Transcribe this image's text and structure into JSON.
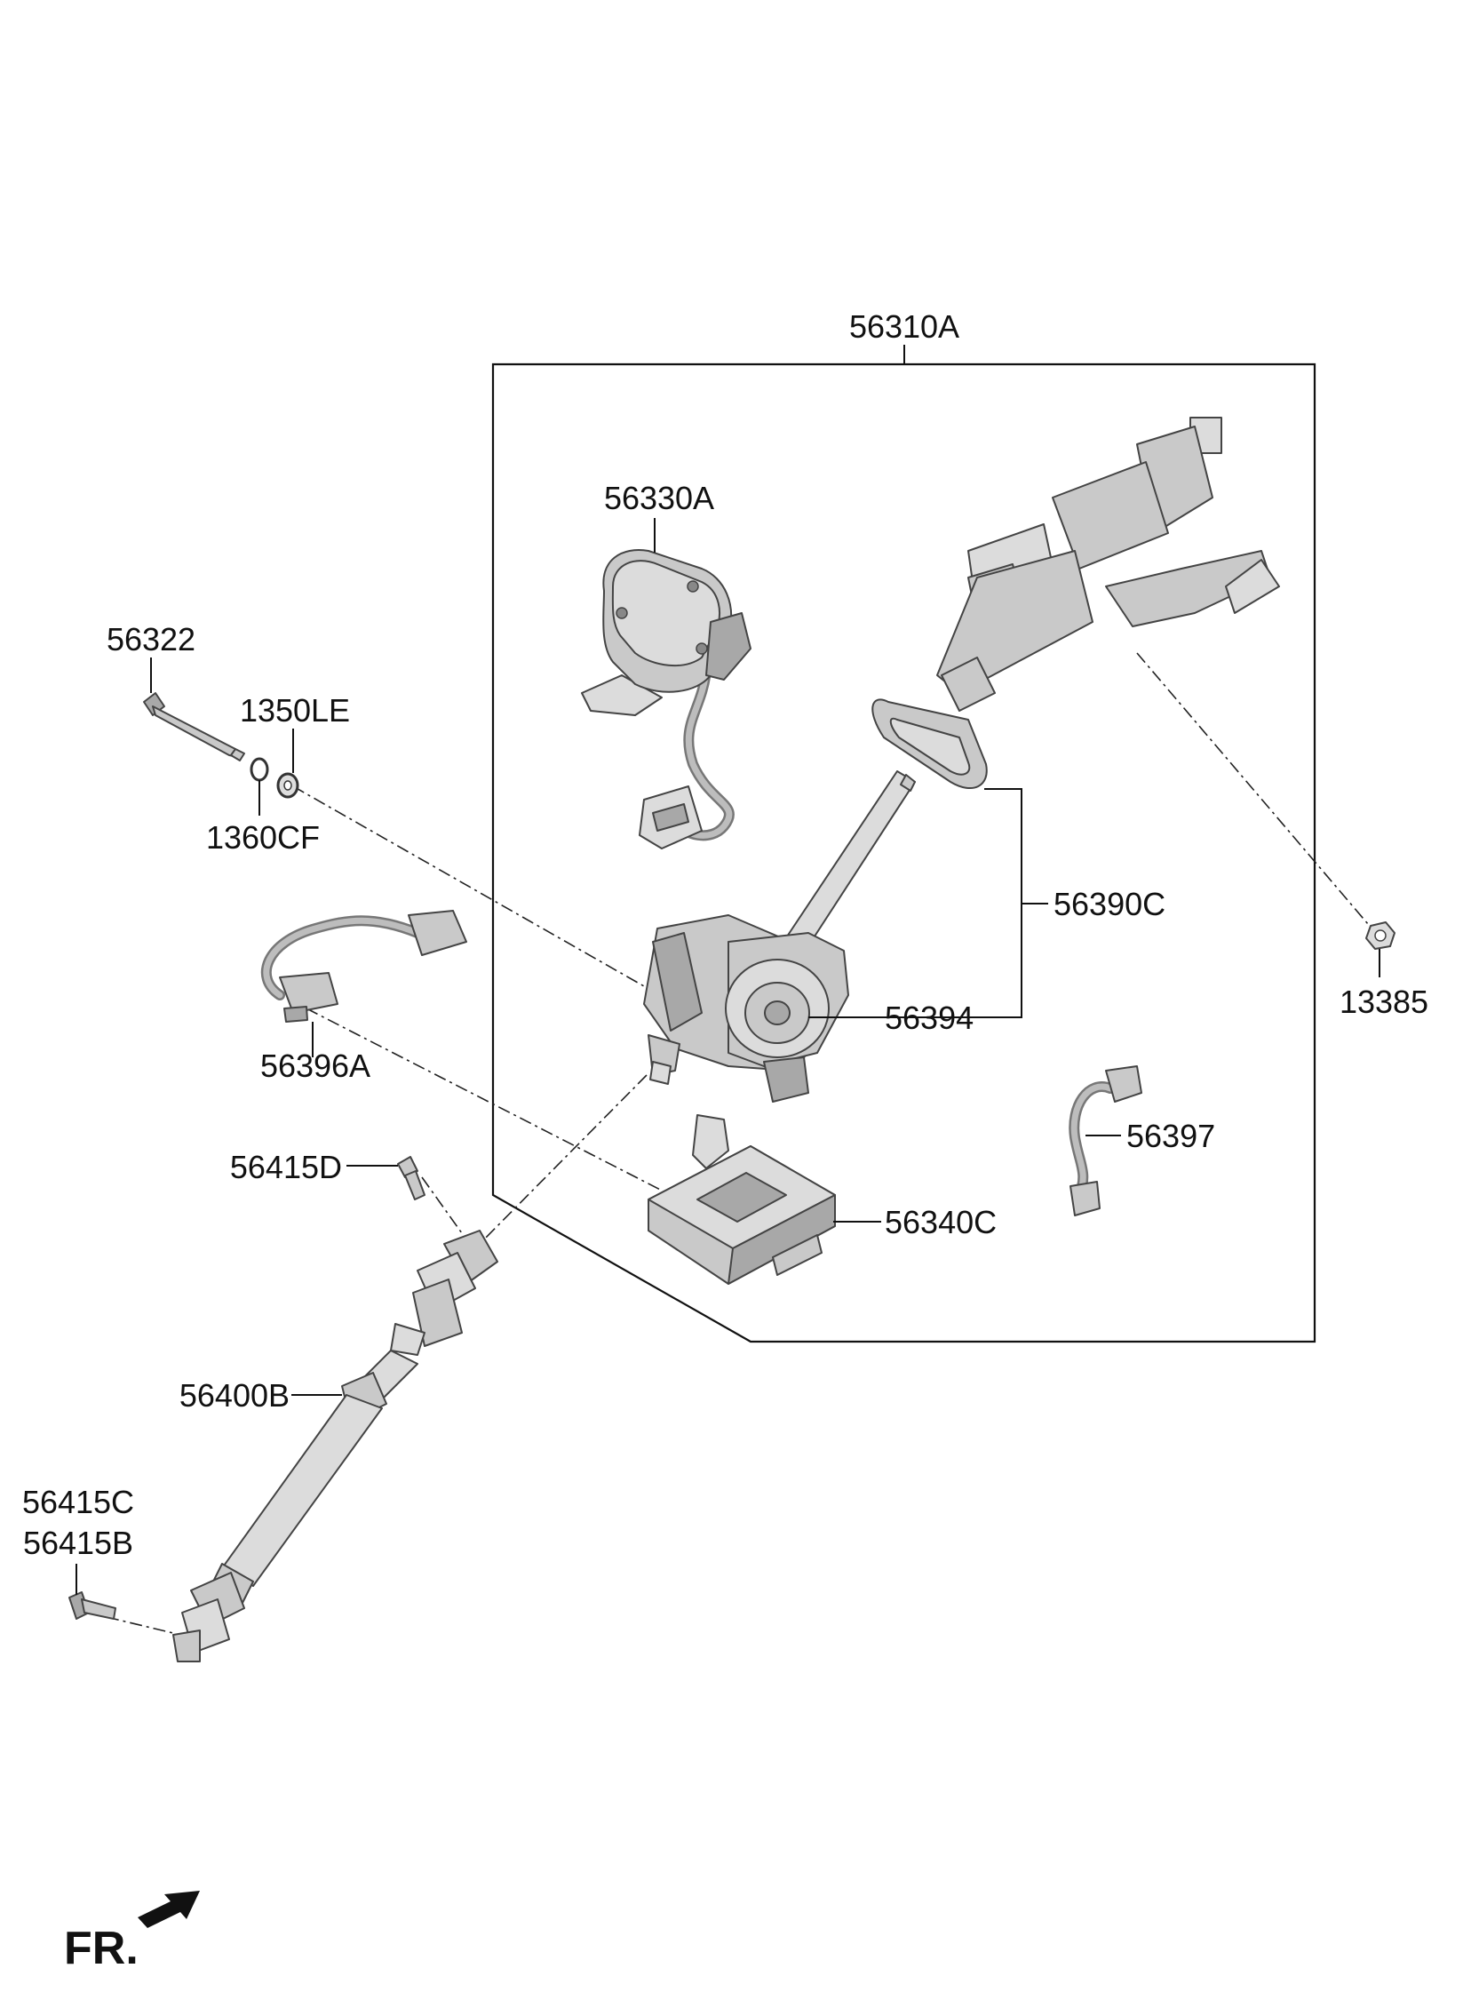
{
  "callouts": {
    "assembly": "56310A",
    "c56330A": "56330A",
    "c56322": "56322",
    "c1350LE": "1350LE",
    "c1360CF": "1360CF",
    "c56390C": "56390C",
    "c56394": "56394",
    "c13385": "13385",
    "c56396A": "56396A",
    "c56397": "56397",
    "c56415D": "56415D",
    "c56340C": "56340C",
    "c56400B": "56400B",
    "c56415C": "56415C",
    "c56415B": "56415B"
  },
  "orientation": {
    "label": "FR."
  }
}
